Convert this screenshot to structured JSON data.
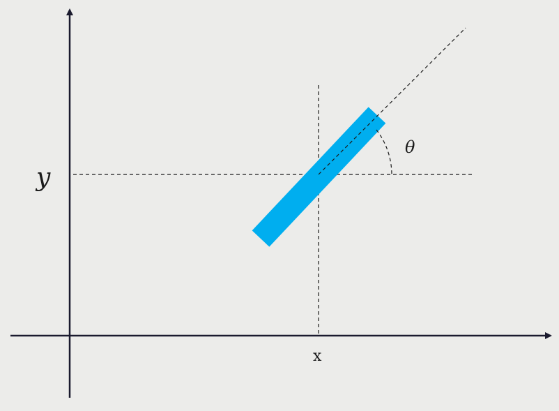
{
  "diagram": {
    "background_color": "#ececea",
    "axis_color": "#1a1a2e",
    "dash_color": "#1a1a1a",
    "bar_color": "#00aeef",
    "labels": {
      "y": "y",
      "x": "x",
      "theta": "θ"
    }
  }
}
